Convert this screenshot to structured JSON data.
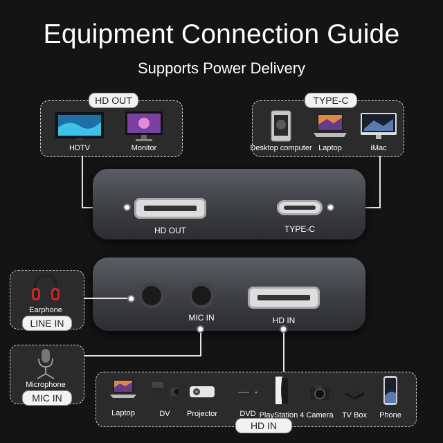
{
  "title": "Equipment Connection Guide",
  "subtitle": "Supports Power Delivery",
  "hd_out_panel": {
    "tag": "HD OUT",
    "devices": [
      {
        "label": "HDTV",
        "icon": "hdtv-icon"
      },
      {
        "label": "Monitor",
        "icon": "monitor-icon"
      }
    ]
  },
  "typec_panel": {
    "tag": "TYPE-C",
    "devices": [
      {
        "label": "Desktop computer",
        "icon": "desktop-computer-icon"
      },
      {
        "label": "Laptop",
        "icon": "laptop-icon"
      },
      {
        "label": "iMac",
        "icon": "imac-icon"
      }
    ]
  },
  "top_box": {
    "port_hd_out": "HD OUT",
    "port_typec": "TYPE-C"
  },
  "bottom_box": {
    "port_mic_in": "MIC IN",
    "port_hd_in": "HD IN"
  },
  "line_in_panel": {
    "device": "Earphone",
    "tag": "LINE IN",
    "icon": "headphone-icon"
  },
  "mic_in_panel": {
    "device": "Microphone",
    "tag": "MIC IN",
    "icon": "microphone-icon"
  },
  "hd_in_panel": {
    "tag": "HD IN",
    "devices": [
      {
        "label": "Laptop",
        "icon": "laptop-icon"
      },
      {
        "label": "DV",
        "icon": "camcorder-icon"
      },
      {
        "label": "Projector",
        "icon": "projector-icon"
      },
      {
        "label": "DVD",
        "icon": "dvd-player-icon"
      },
      {
        "label": "PlayStation 4",
        "icon": "playstation-icon"
      },
      {
        "label": "Camera",
        "icon": "camera-icon"
      },
      {
        "label": "TV Box",
        "icon": "tv-box-icon"
      },
      {
        "label": "Phone",
        "icon": "phone-icon"
      }
    ]
  }
}
